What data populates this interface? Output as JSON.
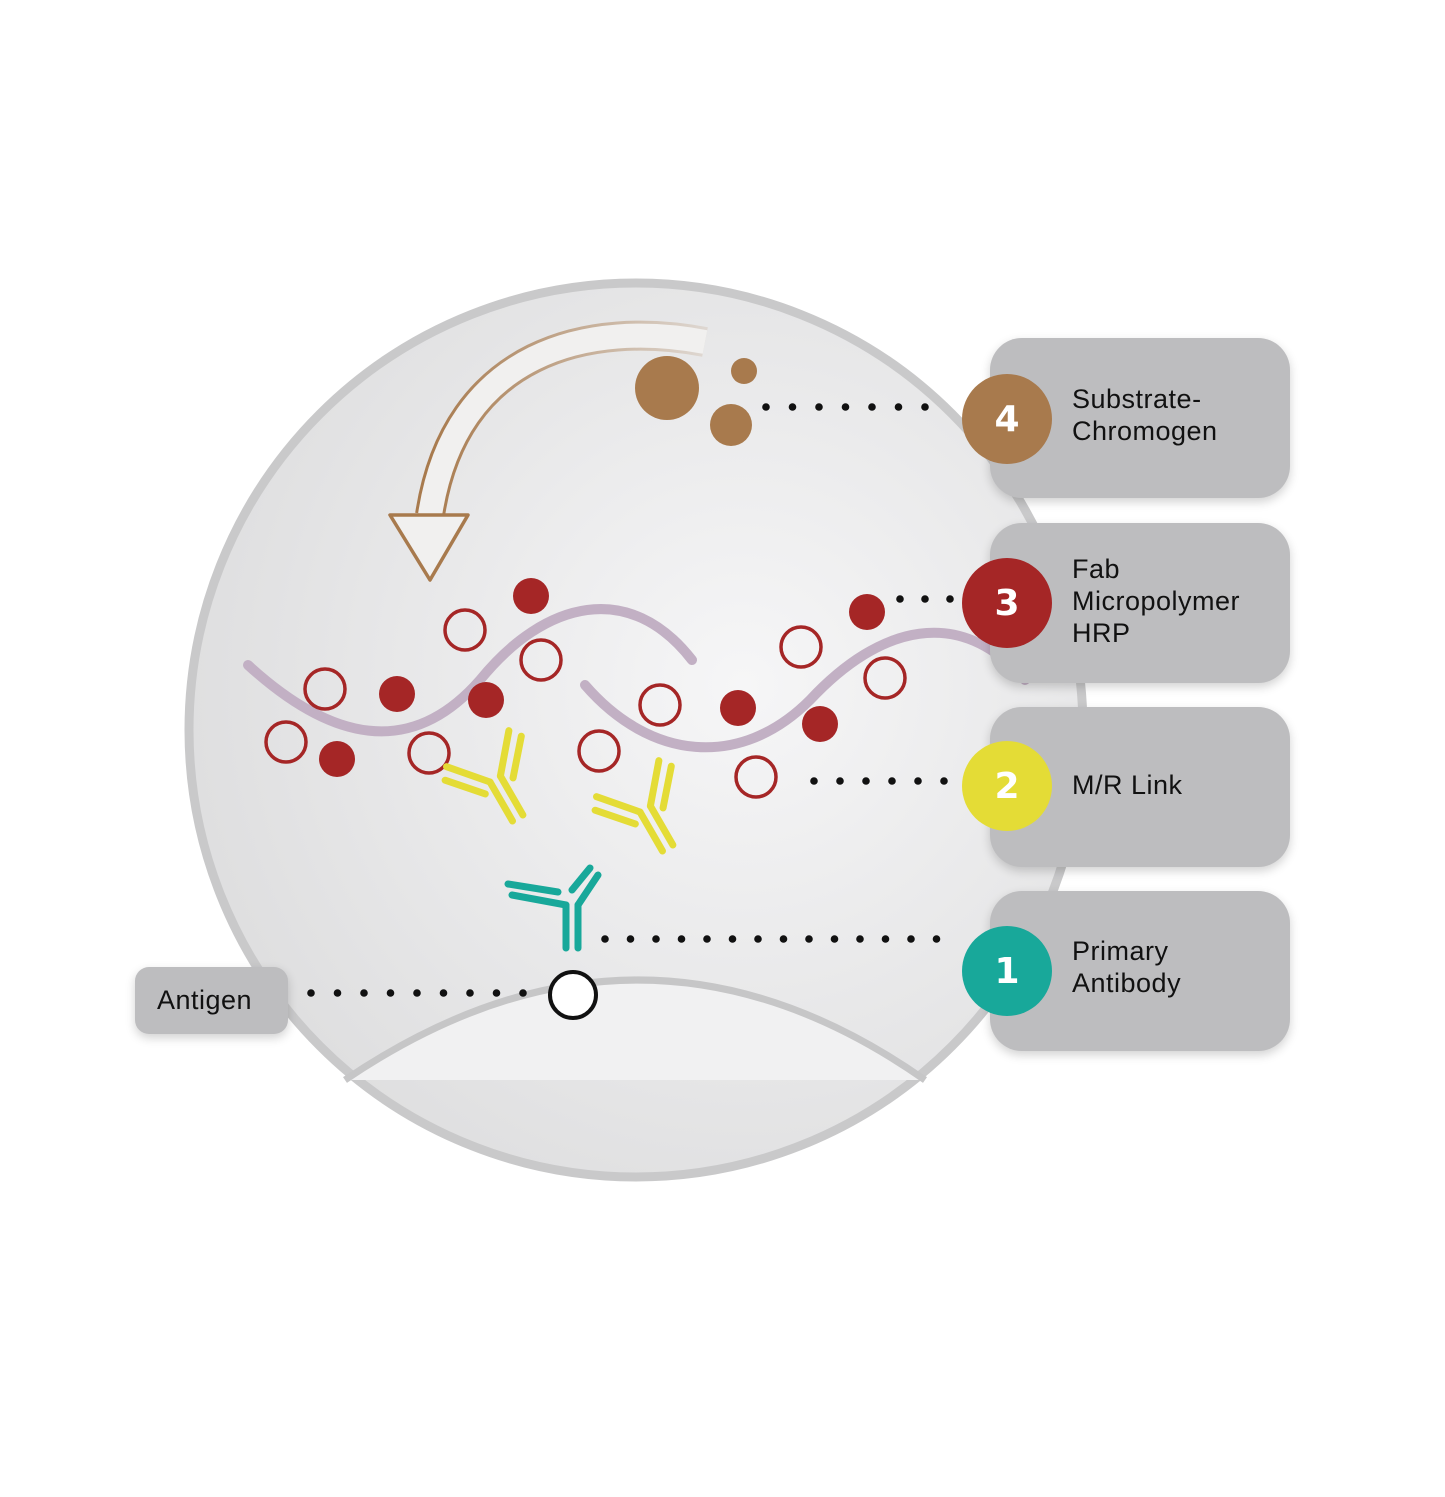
{
  "colors": {
    "substrate_chromogen": "#a87a4d",
    "fab_micropolymer_hrp": "#a52626",
    "mr_link": "#e4dc36",
    "primary_antibody": "#18a89a",
    "polymer_strand": "#c2b0c4",
    "legend_box": "#bdbdbf"
  },
  "legend": [
    {
      "number": "4",
      "label": "Substrate-\nChromogen",
      "icon": "substrate-chromogen-dots"
    },
    {
      "number": "3",
      "label": "Fab\nMicropolymer\nHRP",
      "icon": "hrp-circle"
    },
    {
      "number": "2",
      "label": "M/R Link",
      "icon": "y-shaped-antibody"
    },
    {
      "number": "1",
      "label": "Primary\nAntibody",
      "icon": "y-shaped-antibody"
    }
  ],
  "antigen": {
    "label": "Antigen",
    "icon": "hollow-circle"
  }
}
